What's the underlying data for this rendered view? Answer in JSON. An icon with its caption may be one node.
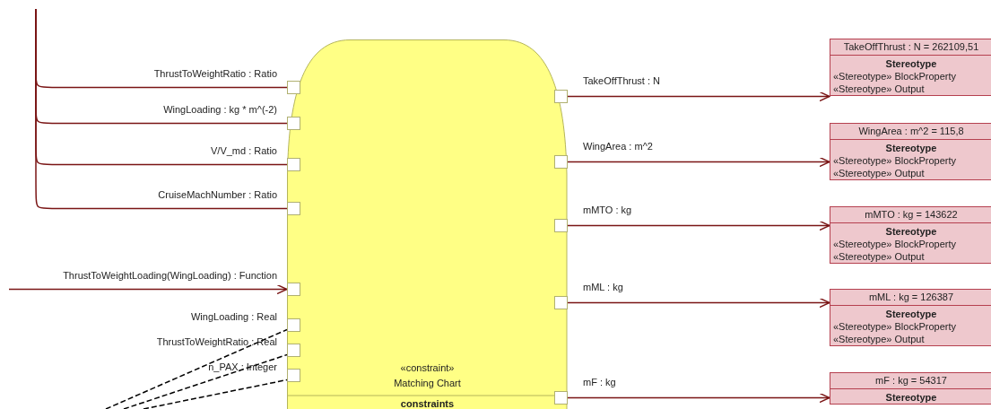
{
  "diagram": {
    "nodes": [
      {
        "text": [
          "«constraint»",
          "Matching Chart",
          "constraints"
        ]
      },
      {
        "text": [],
        "shape": "box",
        "in": 0,
        "beside": [
          "ThrustToWeightRatio : Ratio"
        ]
      },
      {
        "text": [],
        "shape": "box",
        "in": 0,
        "beside": [
          "WingLoading : kg * m^(-2)"
        ]
      },
      {
        "text": [],
        "shape": "box",
        "in": 0,
        "beside": [
          "V/V_md : Ratio"
        ]
      },
      {
        "text": [],
        "shape": "box",
        "in": 0,
        "beside": [
          "CruiseMachNumber : Ratio"
        ]
      },
      {
        "text": [],
        "shape": "box",
        "in": 0,
        "beside": [
          "ThrustToWeightLoading(WingLoading) : Function"
        ]
      },
      {
        "text": [],
        "shape": "box",
        "in": 0,
        "beside": [
          "WingLoading : Real"
        ]
      },
      {
        "text": [],
        "shape": "box",
        "in": 0,
        "beside": [
          "ThrustToWeightRatio : Real"
        ]
      },
      {
        "text": [],
        "shape": "box",
        "in": 0,
        "beside": [
          "n_PAX : Integer"
        ]
      },
      {
        "text": [],
        "shape": "box",
        "in": 0,
        "beside": [
          "TakeOffThrust : N"
        ]
      },
      {
        "text": [],
        "shape": "box",
        "in": 0,
        "beside": [
          "WingArea : m^2"
        ]
      },
      {
        "text": [],
        "shape": "box",
        "in": 0,
        "beside": [
          "mMTO : kg"
        ]
      },
      {
        "text": [],
        "shape": "box",
        "in": 0,
        "beside": [
          "mML : kg"
        ]
      },
      {
        "text": [],
        "shape": "box",
        "in": 0,
        "beside": [
          "mF : kg"
        ]
      },
      {
        "text": [
          "TakeOffThrust : N = 262109,51",
          "Stereotype",
          "«Stereotype» BlockProperty",
          "«Stereotype» Output"
        ]
      },
      {
        "text": [
          "WingArea : m^2 = 115,8",
          "Stereotype",
          "«Stereotype» BlockProperty",
          "«Stereotype» Output"
        ]
      },
      {
        "text": [
          "mMTO : kg = 143622",
          "Stereotype",
          "«Stereotype» BlockProperty",
          "«Stereotype» Output"
        ]
      },
      {
        "text": [
          "mML : kg = 126387",
          "Stereotype",
          "«Stereotype» BlockProperty",
          "«Stereotype» Output"
        ]
      },
      {
        "text": [
          "mF : kg = 54317",
          "Stereotype"
        ]
      }
    ],
    "edges": [
      {
        "from": null,
        "to": 1,
        "arrow": "none"
      },
      {
        "from": null,
        "to": 2,
        "arrow": "none"
      },
      {
        "from": null,
        "to": 3,
        "arrow": "none"
      },
      {
        "from": null,
        "to": 4,
        "arrow": "none"
      },
      {
        "from": null,
        "to": 5,
        "arrow": "to"
      },
      {
        "from": null,
        "to": 6,
        "arrow": "none",
        "style": "dashed",
        "color": "#000000"
      },
      {
        "from": null,
        "to": 7,
        "arrow": "none",
        "style": "dashed",
        "color": "#000000"
      },
      {
        "from": null,
        "to": 8,
        "arrow": "none",
        "style": "dashed",
        "color": "#000000"
      },
      {
        "from": 9,
        "to": 14,
        "arrow": "to"
      },
      {
        "from": 10,
        "to": 15,
        "arrow": "to"
      },
      {
        "from": 11,
        "to": 16,
        "arrow": "to"
      },
      {
        "from": 12,
        "to": 17,
        "arrow": "to"
      },
      {
        "from": 13,
        "to": 18,
        "arrow": "to"
      }
    ]
  }
}
